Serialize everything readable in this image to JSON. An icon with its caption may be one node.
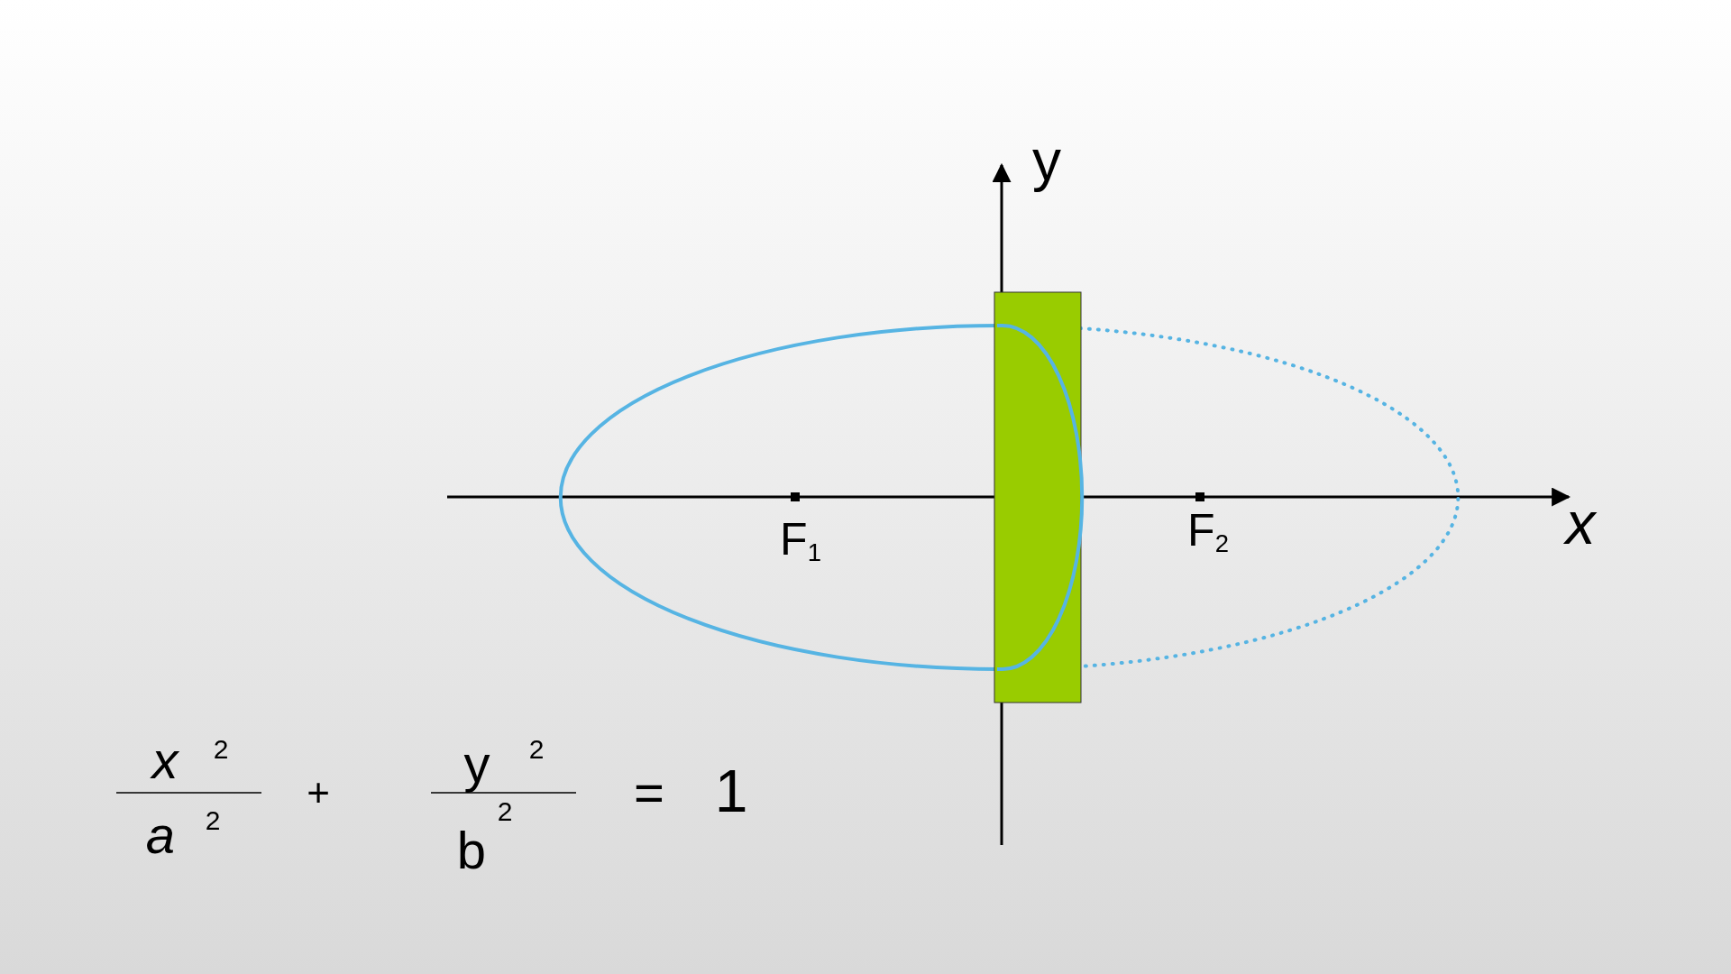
{
  "diagram": {
    "labels": [
      "y",
      "x",
      "F$_{1}$",
      "F$_{2}$",
      "x",
      "2",
      "y",
      "2",
      "+",
      "=",
      "1",
      "a",
      "2",
      "2",
      "b"
    ]
  }
}
